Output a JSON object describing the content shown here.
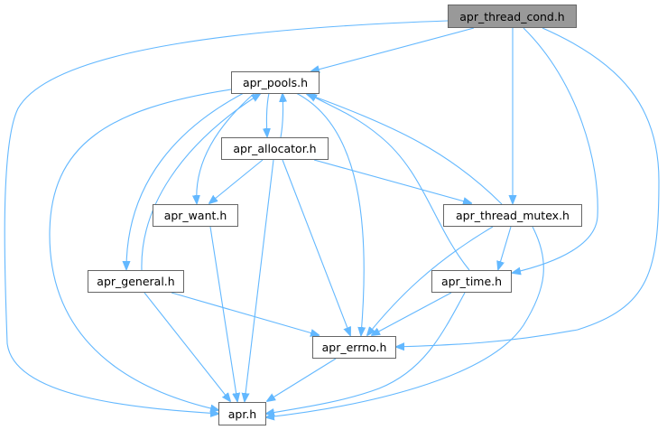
{
  "graph": {
    "nodes": {
      "apr_thread_cond": "apr_thread_cond.h",
      "apr_pools": "apr_pools.h",
      "apr_allocator": "apr_allocator.h",
      "apr_want": "apr_want.h",
      "apr_thread_mutex": "apr_thread_mutex.h",
      "apr_general": "apr_general.h",
      "apr_time": "apr_time.h",
      "apr_errno": "apr_errno.h",
      "apr": "apr.h"
    },
    "root": "apr_thread_cond.h",
    "colors": {
      "edge": "#63b8ff",
      "root_fill": "#999999",
      "border": "#666666"
    }
  }
}
